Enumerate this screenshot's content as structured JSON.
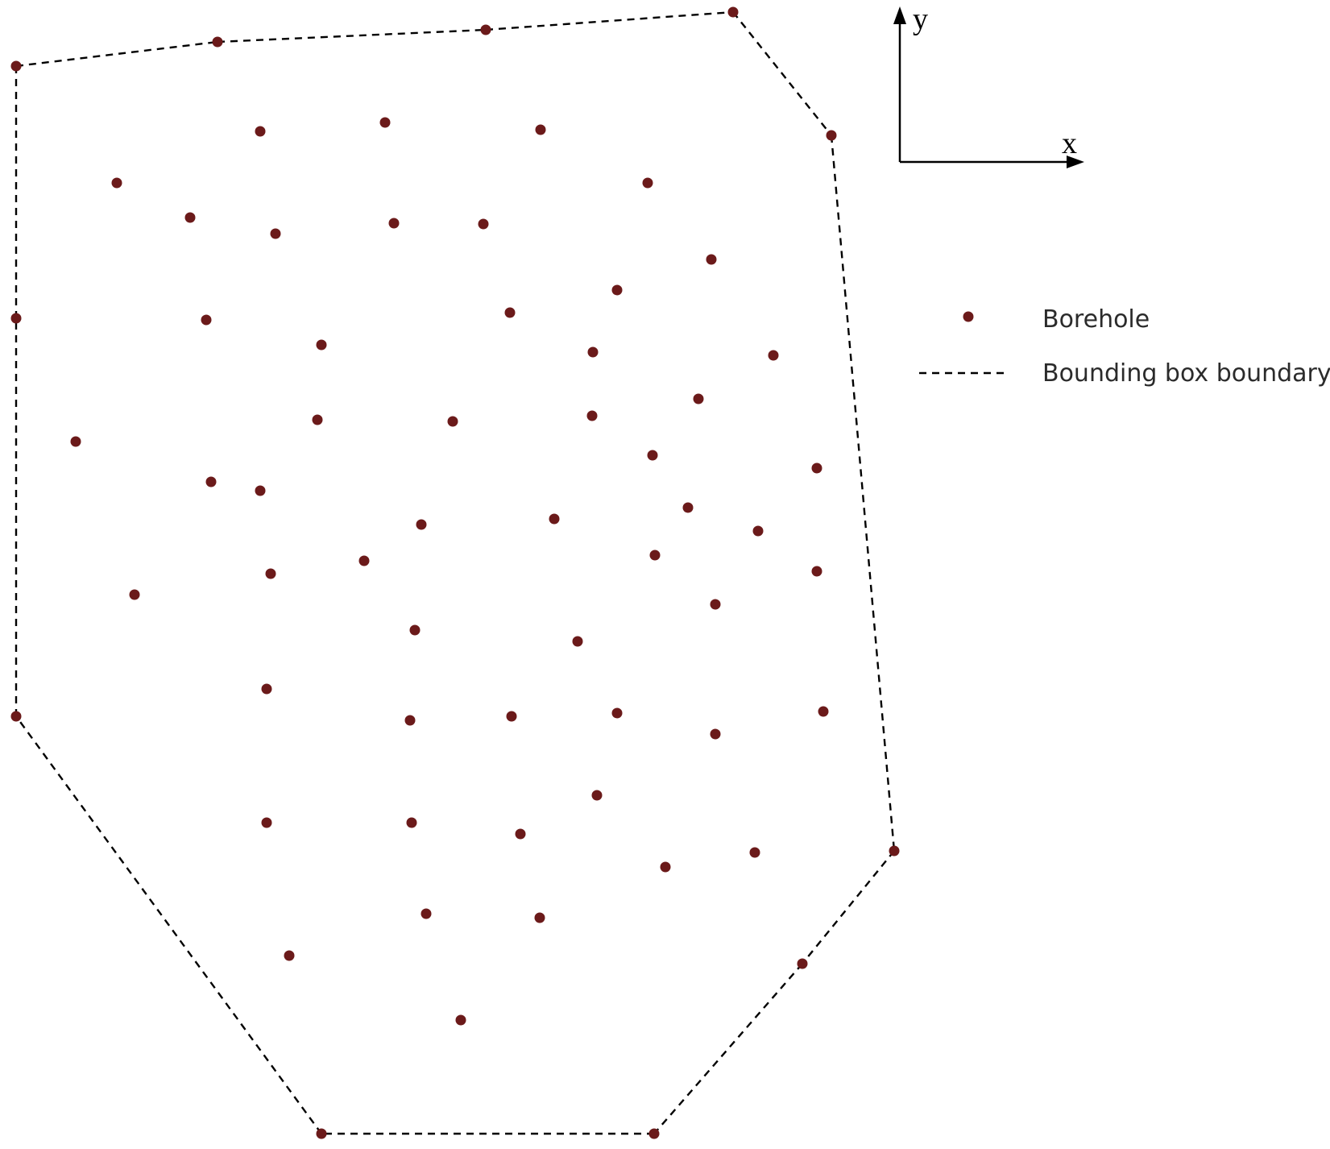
{
  "colors": {
    "borehole": "#6b1a1a",
    "boundary": "#000000",
    "axis": "#000000",
    "background": "#ffffff"
  },
  "axes": {
    "x_label": "x",
    "y_label": "y"
  },
  "legend": {
    "items": [
      {
        "key": "borehole",
        "label": "Borehole",
        "symbol": "dot"
      },
      {
        "key": "boundary",
        "label": "Bounding box boundary",
        "symbol": "dashed-line"
      }
    ]
  },
  "boundary_vertices": [
    [
      20,
      82
    ],
    [
      270,
      52
    ],
    [
      603,
      37
    ],
    [
      910,
      15
    ],
    [
      1032,
      168
    ],
    [
      1110,
      1056
    ],
    [
      996,
      1196
    ],
    [
      812,
      1407
    ],
    [
      399,
      1407
    ],
    [
      20,
      889
    ],
    [
      20,
      395
    ]
  ],
  "interior_boreholes": [
    [
      323,
      163
    ],
    [
      478,
      152
    ],
    [
      671,
      161
    ],
    [
      145,
      227
    ],
    [
      236,
      270
    ],
    [
      342,
      290
    ],
    [
      489,
      277
    ],
    [
      600,
      278
    ],
    [
      804,
      227
    ],
    [
      883,
      322
    ],
    [
      766,
      360
    ],
    [
      633,
      388
    ],
    [
      256,
      397
    ],
    [
      399,
      428
    ],
    [
      736,
      437
    ],
    [
      960,
      441
    ],
    [
      94,
      548
    ],
    [
      394,
      521
    ],
    [
      562,
      523
    ],
    [
      735,
      516
    ],
    [
      867,
      495
    ],
    [
      810,
      565
    ],
    [
      1014,
      581
    ],
    [
      262,
      598
    ],
    [
      323,
      609
    ],
    [
      523,
      651
    ],
    [
      688,
      644
    ],
    [
      854,
      630
    ],
    [
      941,
      659
    ],
    [
      167,
      738
    ],
    [
      336,
      712
    ],
    [
      452,
      696
    ],
    [
      813,
      689
    ],
    [
      1014,
      709
    ],
    [
      888,
      750
    ],
    [
      515,
      782
    ],
    [
      717,
      796
    ],
    [
      331,
      855
    ],
    [
      509,
      894
    ],
    [
      635,
      889
    ],
    [
      766,
      885
    ],
    [
      1022,
      883
    ],
    [
      888,
      911
    ],
    [
      741,
      987
    ],
    [
      331,
      1021
    ],
    [
      511,
      1021
    ],
    [
      646,
      1035
    ],
    [
      826,
      1076
    ],
    [
      937,
      1058
    ],
    [
      529,
      1134
    ],
    [
      670,
      1139
    ],
    [
      359,
      1186
    ],
    [
      572,
      1266
    ]
  ]
}
